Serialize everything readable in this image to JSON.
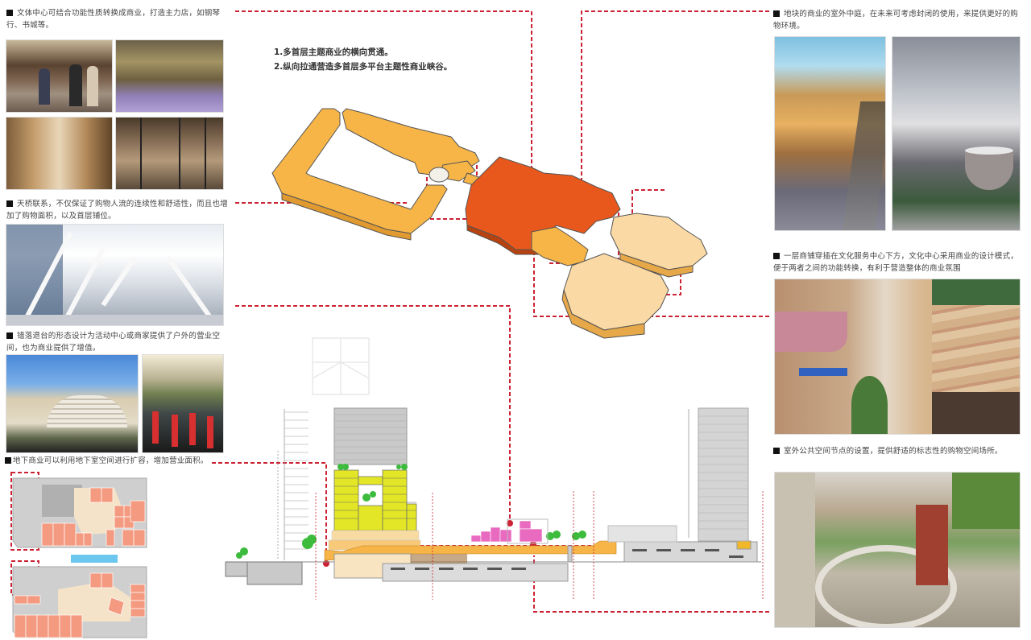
{
  "board": {
    "title_notes": [
      "1.多首层主题商业的横向贯通。",
      "2.纵向拉通营造多首层多平台主题性商业峡谷。"
    ]
  },
  "left_panel": {
    "captions": [
      "文体中心可结合功能性质转换成商业，打造主力店，如钢琴行、书城等。",
      "天桥联系，不仅保证了购物人流的连续性和舒适性，而且也增加了购物面积，以及首层铺位。",
      "错落退台的形态设计为活动中心或商家提供了户外的营业空间，也为商业提供了增值。",
      "地下商业可以利用地下室空间进行扩容，增加营业面积。"
    ],
    "photos": [
      {
        "name": "shop-interior-photo",
        "desc": "bakery counter with customers"
      },
      {
        "name": "atrium-photo",
        "desc": "multi-level mall atrium with purple floor"
      },
      {
        "name": "bookstore-photo",
        "desc": "shop interior with shelves"
      },
      {
        "name": "glass-shop-photo",
        "desc": "glass-fronted store interior"
      },
      {
        "name": "skybridge-photo",
        "desc": "enclosed pedestrian skybridge"
      },
      {
        "name": "terrace-steps-photo",
        "desc": "stepped outdoor terraces"
      },
      {
        "name": "performance-photo",
        "desc": "performers in red on terrace steps"
      }
    ],
    "plans": [
      "basement-plan-level-1",
      "basement-plan-level-2"
    ]
  },
  "right_panel": {
    "captions": [
      "地块的商业的室外中庭，在未来可考虑封闭的使用，来提供更好的购物环境。",
      "一层商铺穿插在文化服务中心下方，文化中心采用商业的设计模式，便于两者之间的功能转换，有利于营造整体的商业氛围",
      "室外公共空间节点的设置，提供舒适的标志性的购物空间场所。"
    ],
    "photos": [
      {
        "name": "glass-atrium-photo",
        "desc": "tall glass-roof atrium with escalator"
      },
      {
        "name": "station-hall-photo",
        "desc": "large steel roof hall interior"
      },
      {
        "name": "curved-facade-photo",
        "desc": "curved striped mall facades"
      },
      {
        "name": "sunken-plaza-rendering",
        "desc": "circular sunken garden plaza"
      }
    ]
  },
  "colors": {
    "connector_red": "#cc2233",
    "mass_light_orange": "#f7b548",
    "mass_dark_orange": "#e8581c",
    "mass_cream": "#fbd9a4",
    "section_yellow": "#e3e626",
    "section_pink": "#e86bc0",
    "section_grey": "#c9c9c9",
    "plan_salmon": "#f49a80",
    "plan_beige": "#f4e3c8",
    "plan_blue": "#6cc7ee"
  }
}
